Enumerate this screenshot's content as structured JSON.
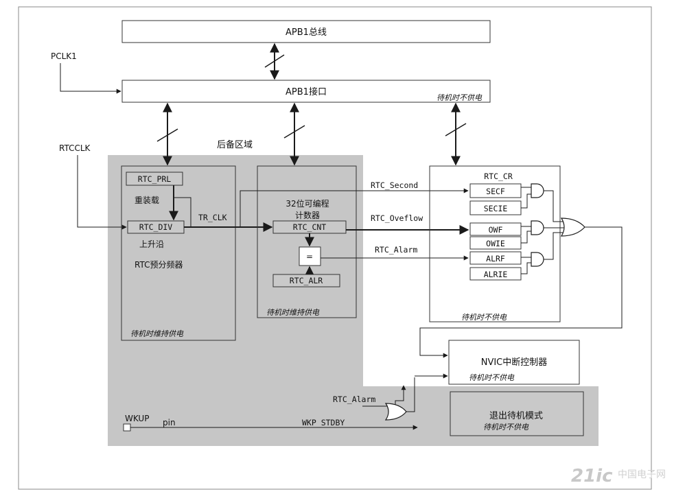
{
  "blocks": {
    "apb1_bus": "APB1总线",
    "apb1_interface": "APB1接口",
    "apb1_interface_note": "待机时不供电",
    "backup_domain": "后备区域",
    "rtc_prl": "RTC_PRL",
    "reload": "重装载",
    "rtc_div": "RTC_DIV",
    "rising_edge": "上升沿",
    "prescaler": "RTC预分频器",
    "prescaler_note": "待机时维持供电",
    "counter_title_1": "32位可编程",
    "counter_title_2": "计数器",
    "rtc_cnt": "RTC_CNT",
    "compare": "=",
    "rtc_alr": "RTC_ALR",
    "counter_note": "待机时维持供电",
    "rtc_cr": "RTC_CR",
    "secf": "SECF",
    "secie": "SECIE",
    "owf": "OWF",
    "owie": "OWIE",
    "alrf": "ALRF",
    "alrie": "ALRIE",
    "rtc_cr_note": "待机时不供电",
    "nvic": "NVIC中断控制器",
    "nvic_note": "待机时不供电",
    "exit_standby": "退出待机模式",
    "exit_standby_note": "待机时不供电"
  },
  "signals": {
    "pclk1": "PCLK1",
    "rtcclk": "RTCCLK",
    "tr_clk": "TR_CLK",
    "rtc_second": "RTC_Second",
    "rtc_overflow": "RTC_Oveflow",
    "rtc_alarm": "RTC_Alarm",
    "rtc_alarm_2": "RTC_Alarm",
    "wkup": "WKUP",
    "pin": "pin",
    "wkp_stdby": "WKP_STDBY"
  },
  "watermark": {
    "logo": "21ic",
    "site": "中国电子网"
  },
  "colors": {
    "backup_fill": "#c6c6c6",
    "box_fill": "#c9c9c9",
    "line": "#1a1a1a"
  }
}
